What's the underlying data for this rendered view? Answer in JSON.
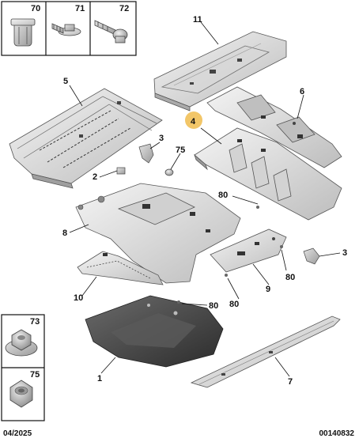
{
  "fasteners_top": [
    {
      "number": "70",
      "icon": "push-clip-icon"
    },
    {
      "number": "71",
      "icon": "screw-washer-icon"
    },
    {
      "number": "72",
      "icon": "stud-bolt-icon"
    }
  ],
  "fasteners_left": [
    {
      "number": "73",
      "icon": "flange-nut-icon"
    },
    {
      "number": "75",
      "icon": "hex-nut-icon"
    }
  ],
  "callouts": {
    "p11": "11",
    "p5": "5",
    "p6": "6",
    "p4": "4",
    "p3a": "3",
    "p75": "75",
    "p2": "2",
    "p80a": "80",
    "p8": "8",
    "p3b": "3",
    "p80b": "80",
    "p9": "9",
    "p80c": "80",
    "p10": "10",
    "p80d": "80",
    "p1": "1",
    "p7": "7"
  },
  "colors": {
    "highlight": "#f2c668",
    "panel_light": "#e9e9e9",
    "panel_mid": "#cfcfcf",
    "panel_dark": "#4a4a4a"
  },
  "footer": {
    "date": "04/2025",
    "reference": "00140832"
  }
}
